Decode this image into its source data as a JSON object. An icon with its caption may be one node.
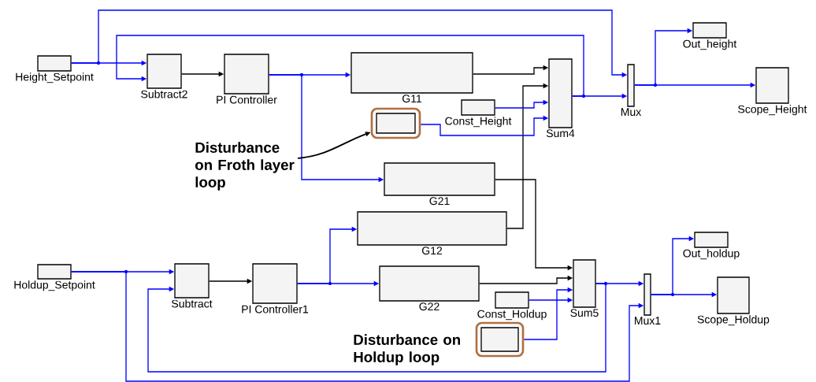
{
  "diagram": {
    "nodes": [
      {
        "text": [
          "Height_Setpoint"
        ]
      },
      {
        "text": [
          "Subtract2"
        ]
      },
      {
        "text": [
          "PI Controller"
        ]
      },
      {
        "text": [
          "G11"
        ]
      },
      {
        "text": [
          "Const_Height"
        ]
      },
      {
        "text": [
          "Sum4"
        ]
      },
      {
        "text": [
          "Mux"
        ]
      },
      {
        "text": [
          "Out_height"
        ]
      },
      {
        "text": [
          "Scope_Height"
        ]
      },
      {
        "text": [],
        "shape": "box"
      },
      {
        "text": [
          "Disturbance on Froth layer loop"
        ]
      },
      {
        "text": [
          "G21"
        ]
      },
      {
        "text": [
          "G12"
        ]
      },
      {
        "text": [
          "Holdup_Setpoint"
        ]
      },
      {
        "text": [
          "Subtract"
        ]
      },
      {
        "text": [
          "PI Controller1"
        ]
      },
      {
        "text": [
          "G22"
        ]
      },
      {
        "text": [
          "Const_Holdup"
        ]
      },
      {
        "text": [
          "Sum5"
        ]
      },
      {
        "text": [
          "Mux1"
        ]
      },
      {
        "text": [
          "Out_holdup"
        ]
      },
      {
        "text": [
          "Scope_Holdup"
        ]
      },
      {
        "text": [],
        "shape": "box"
      }
    ],
    "edges": [
      {
        "from": 0,
        "to": 1,
        "arrow": "to"
      },
      {
        "from": 0,
        "to": 6,
        "arrow": "to"
      },
      {
        "from": 1,
        "to": 2,
        "arrow": "to",
        "color": "#000000"
      },
      {
        "from": 2,
        "to": 3,
        "arrow": "to"
      },
      {
        "from": 2,
        "to": 11,
        "arrow": "to"
      },
      {
        "from": 3,
        "to": 5,
        "arrow": "to",
        "color": "#000000"
      },
      {
        "from": 12,
        "to": 5,
        "arrow": "to",
        "color": "#000000"
      },
      {
        "from": 4,
        "to": 5,
        "arrow": "to"
      },
      {
        "from": 9,
        "to": 5,
        "arrow": "to"
      },
      {
        "from": 5,
        "to": 1,
        "arrow": "to"
      },
      {
        "from": 5,
        "to": 6,
        "arrow": "to"
      },
      {
        "from": 6,
        "to": 7,
        "arrow": "to"
      },
      {
        "from": 6,
        "to": 8,
        "arrow": "to"
      },
      {
        "from": 10,
        "to": 9,
        "arrow": "to",
        "color": "#000000"
      },
      {
        "from": 13,
        "to": 14,
        "arrow": "to"
      },
      {
        "from": 13,
        "to": 19,
        "arrow": "to"
      },
      {
        "from": 18,
        "to": 14,
        "arrow": "to"
      },
      {
        "from": 14,
        "to": 15,
        "arrow": "to",
        "color": "#000000"
      },
      {
        "from": 15,
        "to": 16,
        "arrow": "to"
      },
      {
        "from": 15,
        "to": 12,
        "arrow": "to"
      },
      {
        "from": 11,
        "to": 18,
        "arrow": "to",
        "color": "#000000"
      },
      {
        "from": 16,
        "to": 18,
        "arrow": "to",
        "color": "#000000"
      },
      {
        "from": 22,
        "to": 18,
        "arrow": "to"
      },
      {
        "from": 17,
        "to": 18,
        "arrow": "to"
      },
      {
        "from": 18,
        "to": 19,
        "arrow": "to"
      },
      {
        "from": 19,
        "to": 20,
        "arrow": "to"
      },
      {
        "from": 19,
        "to": 21,
        "arrow": "to"
      }
    ],
    "labels": [
      "Disturbance on Holdup loop"
    ]
  }
}
